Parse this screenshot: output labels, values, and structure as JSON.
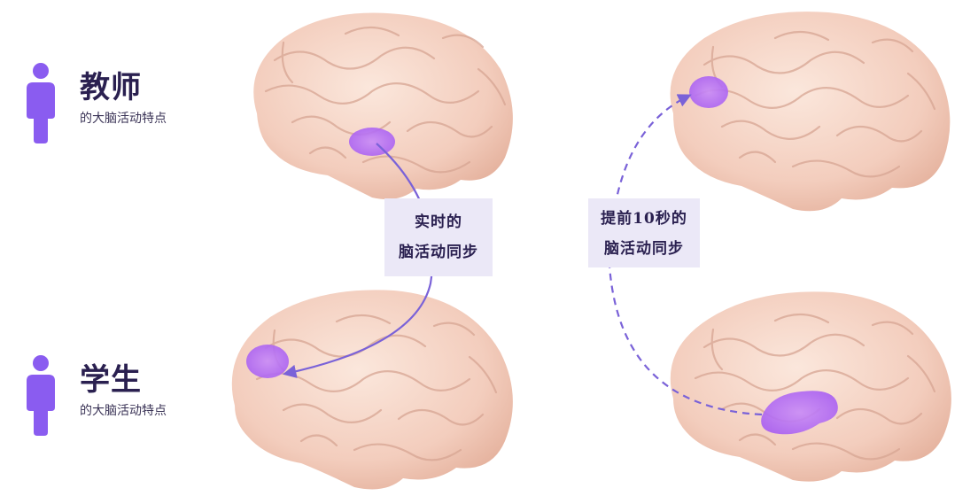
{
  "legend": {
    "teacher": {
      "title": "教师",
      "subtitle": "的大脑活动特点"
    },
    "student": {
      "title": "学生",
      "subtitle": "的大脑活动特点"
    }
  },
  "sync": {
    "realtime": {
      "line1": "实时的",
      "line2": "脑活动同步"
    },
    "advance": {
      "line1": "提前10秒的",
      "line2": "脑活动同步"
    }
  },
  "colors": {
    "accent": "#8a5cf0",
    "brain": "#f3cdbd",
    "highlight": "#b06cf5",
    "label_bg": "#ebe8f7",
    "arrow": "#7a62d8"
  },
  "icons": [
    "person-icon",
    "brain-image",
    "activation-highlight",
    "arrow"
  ]
}
